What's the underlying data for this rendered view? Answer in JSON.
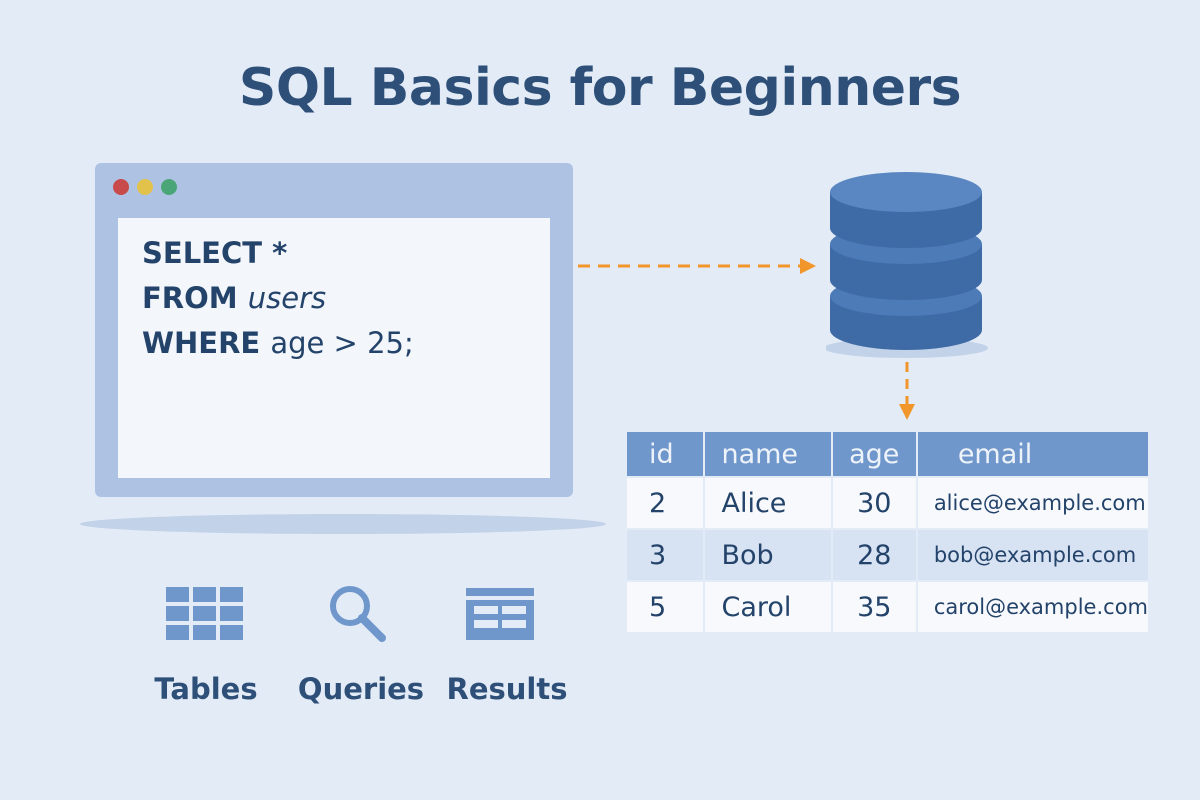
{
  "title": "SQL Basics for Beginners",
  "editor": {
    "window_dots": [
      "red",
      "yellow",
      "green"
    ],
    "lines": [
      [
        {
          "text": "SELECT *",
          "style": "keyword"
        }
      ],
      [
        {
          "text": "FROM ",
          "style": "keyword"
        },
        {
          "text": "users",
          "style": "italic"
        }
      ],
      [
        {
          "text": "WHERE ",
          "style": "keyword"
        },
        {
          "text": "age > 25;",
          "style": "plain"
        }
      ]
    ]
  },
  "database": {
    "icon": "database-icon"
  },
  "results": {
    "headers": [
      "id",
      "name",
      "age",
      "email"
    ],
    "rows": [
      [
        "2",
        "Alice",
        "30",
        "alice@example.com"
      ],
      [
        "3",
        "Bob",
        "28",
        "bob@example.com"
      ],
      [
        "5",
        "Carol",
        "35",
        "carol@example.com"
      ]
    ]
  },
  "categories": [
    {
      "icon": "grid-icon",
      "label": "Tables"
    },
    {
      "icon": "search-icon",
      "label": "Queries"
    },
    {
      "icon": "results-table-icon",
      "label": "Results"
    }
  ],
  "colors": {
    "background": "#e3ebf6",
    "primary": "#4a75ad",
    "arrow": "#f0962a",
    "text": "#23436a"
  }
}
